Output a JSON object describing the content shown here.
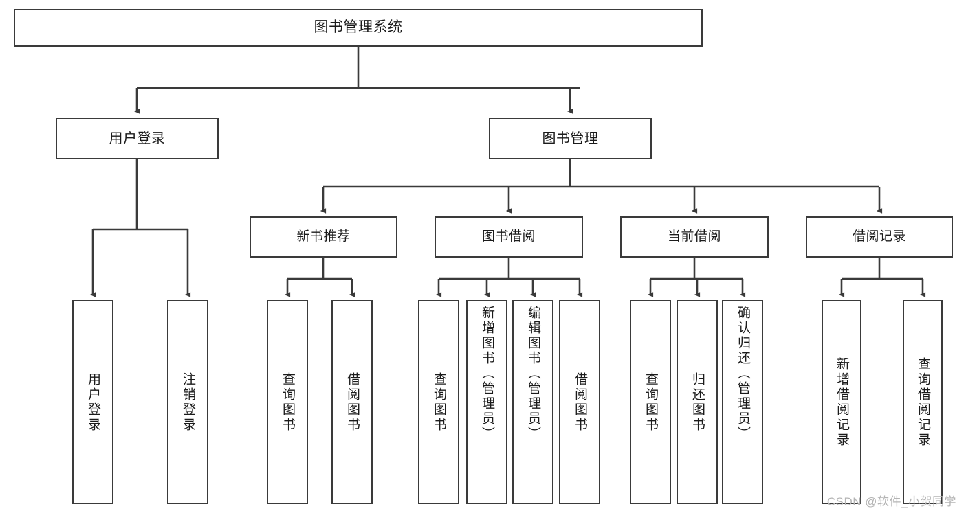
{
  "diagram": {
    "title": "图书管理系统",
    "type": "hierarchy-tree",
    "watermark": "CSDN @软件_小贺同学",
    "colors": {
      "box_border": "#3a3a3a",
      "box_fill": "#ffffff",
      "connector": "#3a3a3a",
      "text": "#1b1b1b",
      "watermark": "#b4b4b4"
    },
    "root": {
      "label": "图书管理系统"
    },
    "level1": [
      {
        "label": "用户登录"
      },
      {
        "label": "图书管理"
      }
    ],
    "level2": [
      {
        "label": "新书推荐"
      },
      {
        "label": "图书借阅"
      },
      {
        "label": "当前借阅"
      },
      {
        "label": "借阅记录"
      }
    ],
    "leaves": {
      "user_login": [
        {
          "label": "用户登录"
        },
        {
          "label": "注销登录"
        }
      ],
      "new_book_recommend": [
        {
          "label": "查询图书"
        },
        {
          "label": "借阅图书"
        }
      ],
      "book_borrow": [
        {
          "label": "查询图书"
        },
        {
          "label": "新增图书（管理员）"
        },
        {
          "label": "编辑图书（管理员）"
        },
        {
          "label": "借阅图书"
        }
      ],
      "current_borrow": [
        {
          "label": "查询图书"
        },
        {
          "label": "归还图书"
        },
        {
          "label": "确认归还（管理员）"
        }
      ],
      "borrow_record": [
        {
          "label": "新增借阅记录"
        },
        {
          "label": "查询借阅记录"
        }
      ]
    }
  }
}
